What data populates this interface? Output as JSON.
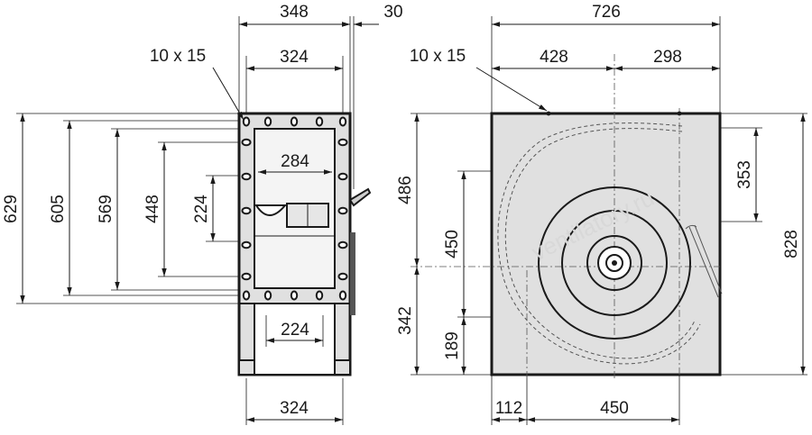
{
  "side_view": {
    "width_top": "348",
    "flange_offset": "30",
    "inner_width_top": "324",
    "hole_label": "10 x 15",
    "opening_width": "284",
    "motor_height": "224",
    "h_629": "629",
    "h_605": "605",
    "h_569": "569",
    "h_448": "448",
    "base_inner": "224",
    "base_width": "324"
  },
  "front_view": {
    "width_total": "726",
    "left_to_axis": "428",
    "axis_to_right": "298",
    "hole_label": "10 x 15",
    "h_486": "486",
    "h_450": "450",
    "h_342": "342",
    "h_189": "189",
    "h_353": "353",
    "h_828": "828",
    "bottom_112": "112",
    "bottom_450": "450"
  },
  "watermark": "ventilatory.ru"
}
